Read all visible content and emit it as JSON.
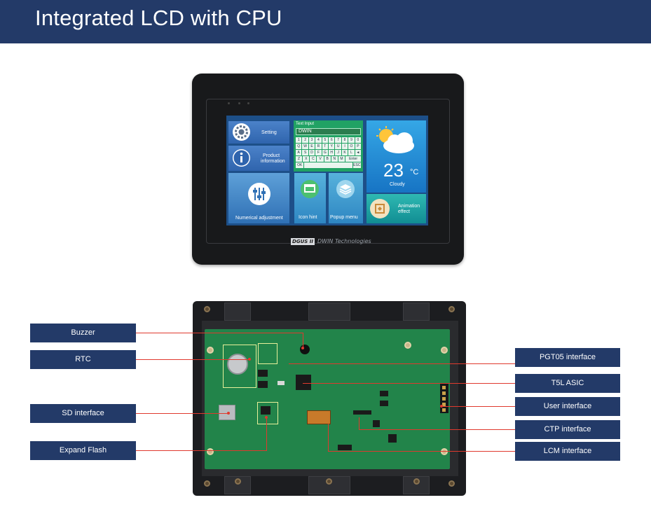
{
  "header": {
    "title": "Integrated LCD with CPU"
  },
  "lcd_screen": {
    "setting_label": "Setting",
    "product_label_line1": "Product",
    "product_label_line2": "information",
    "numerical_label": "Numerical adjustment",
    "text_input_title": "Text Input",
    "text_input_value": "DWIN",
    "keyboard_rows": [
      [
        "1",
        "2",
        "3",
        "4",
        "5",
        "6",
        "7",
        "8",
        "9",
        "0"
      ],
      [
        "Q",
        "W",
        "E",
        "R",
        "T",
        "Y",
        "U",
        "I",
        "O",
        "P"
      ],
      [
        "A",
        "S",
        "D",
        "F",
        "G",
        "H",
        "J",
        "K",
        "L",
        "◄"
      ],
      [
        "Z",
        "X",
        "C",
        "V",
        "B",
        "N",
        "M",
        "Enter"
      ],
      [
        "OK",
        "",
        "ESC"
      ]
    ],
    "icon_hint_label": "Icon hint",
    "popup_menu_label": "Popup menu",
    "temperature": "23",
    "temperature_unit": "°C",
    "weather_label": "Cloudy",
    "animation_label_line1": "Animation",
    "animation_label_line2": "effect"
  },
  "lcd_brand": {
    "logo": "DGUS II",
    "company": "DWIN Technologies"
  },
  "callouts_left": [
    "Buzzer",
    "RTC",
    "SD interface",
    "Expand Flash"
  ],
  "callouts_right": [
    "PGT05 interface",
    "T5L ASIC",
    "User interface",
    "CTP interface",
    "LCM interface"
  ],
  "colors": {
    "banner": "#233a68",
    "callout": "#233a68",
    "leader_line": "#e0392e",
    "pcb": "#22844a"
  }
}
